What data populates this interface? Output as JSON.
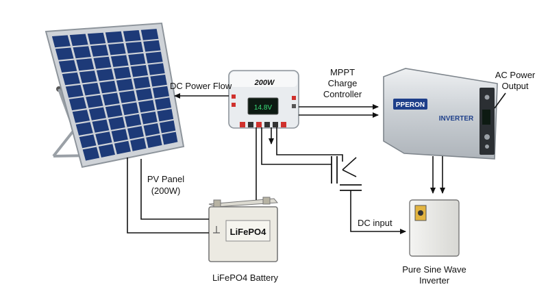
{
  "labels": {
    "dc_power_flow": "DC Power Flow",
    "pv_panel_line1": "PV Panel",
    "pv_panel_line2": "(200W)",
    "mppt_line1": "MPPT",
    "mppt_line2": "Charge",
    "mppt_line3": "Controller",
    "ac_output_line1": "AC Power",
    "ac_output_line2": "Output",
    "dc_input": "DC input",
    "battery_caption": "LiFePO4 Battery",
    "psw_line1": "Pure Sine Wave",
    "psw_line2": "Inverter"
  },
  "controller": {
    "rating": "200W",
    "display_reading": "14.8V"
  },
  "inverter": {
    "brand": "PPERON",
    "model": "INVERTER"
  },
  "battery": {
    "label": "LiFePO4"
  },
  "colors": {
    "panel_cell": "#1d3a78",
    "panel_frame": "#cfd3d8",
    "controller_body": "#e9ecef",
    "display_bg": "#0d1a12",
    "display_text": "#39e07a",
    "inverter_body": "#d6dade",
    "inverter_badge": "#1e3f8a",
    "terminal_red": "#d0312d",
    "battery_body": "#eceae2"
  }
}
